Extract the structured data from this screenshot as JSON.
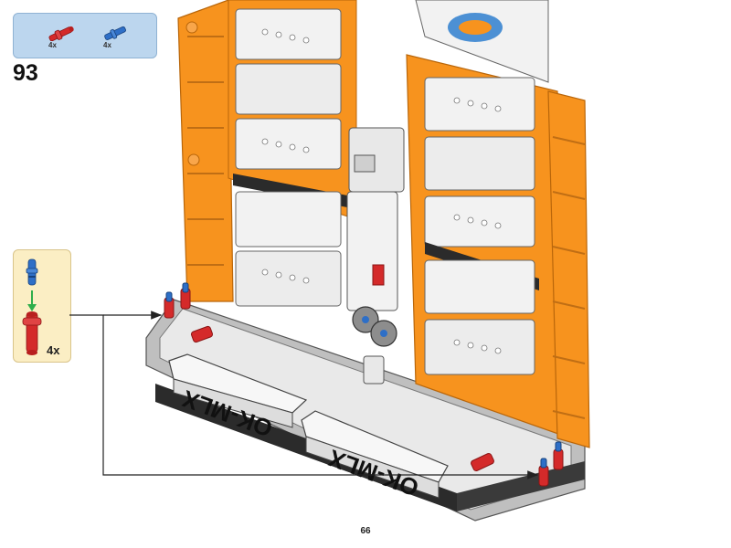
{
  "parts_list": {
    "items": [
      {
        "name": "red-pin-icon",
        "color": "#d42a2a",
        "quantity": "4x"
      },
      {
        "name": "blue-pin-icon",
        "color": "#2e6fc7",
        "quantity": "4x"
      }
    ]
  },
  "step": {
    "number": "93"
  },
  "subassembly": {
    "quantity": "4x"
  },
  "model": {
    "placard_text": "OK-MLX",
    "colors": {
      "orange": "#f7931e",
      "white": "#f2f2f2",
      "grey": "#9a9a9a",
      "dark": "#2b2b2b",
      "red": "#d42a2a",
      "blue": "#2e6fc7"
    }
  },
  "page": {
    "number": "66"
  }
}
